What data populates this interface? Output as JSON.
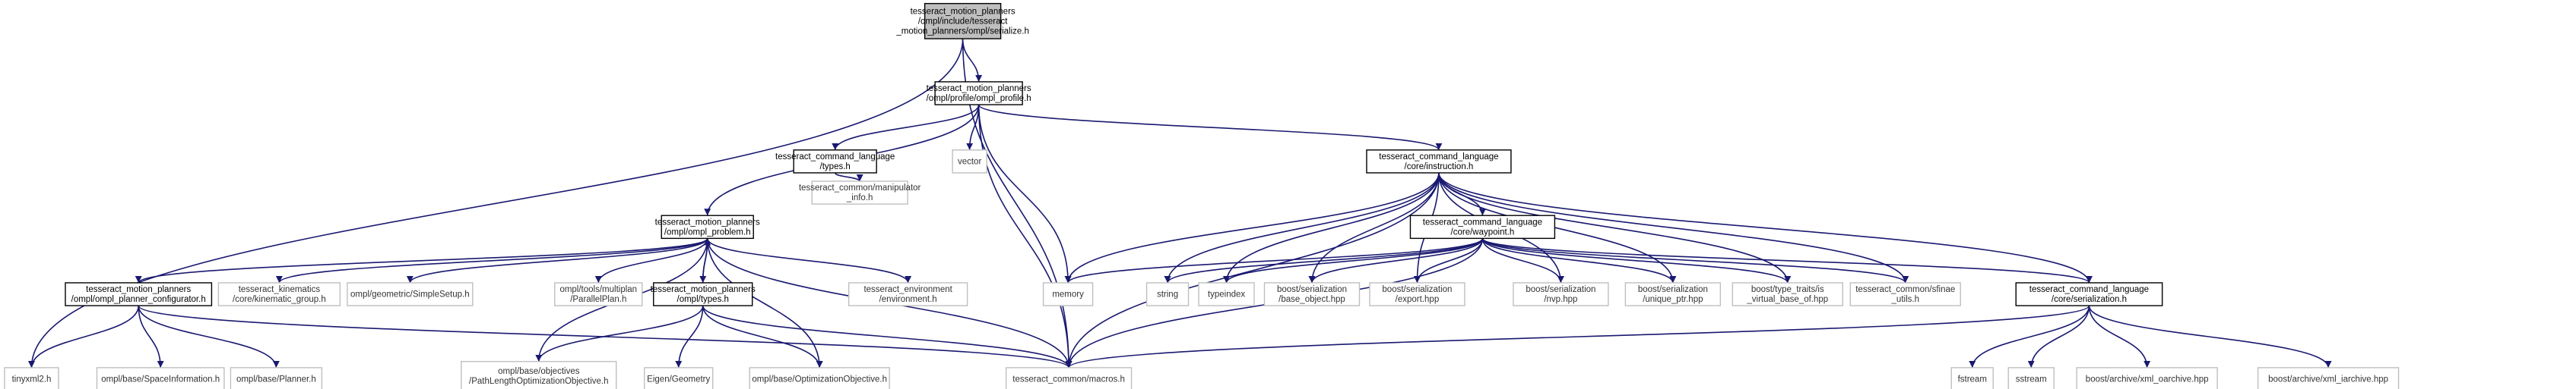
{
  "graph": {
    "nodes": [
      {
        "id": "root",
        "lines": [
          "tesseract_motion_planners",
          "/ompl/include/tesseract",
          "_motion_planners/ompl/serialize.h"
        ],
        "style": "root"
      },
      {
        "id": "ompl_profile",
        "lines": [
          "tesseract_motion_planners",
          "/ompl/profile/ompl_profile.h"
        ],
        "style": "doc"
      },
      {
        "id": "types_h",
        "lines": [
          "tesseract_command_language",
          "/types.h"
        ],
        "style": "doc"
      },
      {
        "id": "vector",
        "lines": [
          "vector"
        ],
        "style": "ext"
      },
      {
        "id": "instruction",
        "lines": [
          "tesseract_command_language",
          "/core/instruction.h"
        ],
        "style": "doc"
      },
      {
        "id": "manip_info",
        "lines": [
          "tesseract_common/manipulator",
          "_info.h"
        ],
        "style": "ext"
      },
      {
        "id": "ompl_problem",
        "lines": [
          "tesseract_motion_planners",
          "/ompl/ompl_problem.h"
        ],
        "style": "doc"
      },
      {
        "id": "waypoint",
        "lines": [
          "tesseract_command_language",
          "/core/waypoint.h"
        ],
        "style": "doc"
      },
      {
        "id": "configurator",
        "lines": [
          "tesseract_motion_planners",
          "/ompl/ompl_planner_configurator.h"
        ],
        "style": "doc"
      },
      {
        "id": "kin_group",
        "lines": [
          "tesseract_kinematics",
          "/core/kinematic_group.h"
        ],
        "style": "ext"
      },
      {
        "id": "simple_setup",
        "lines": [
          "ompl/geometric/SimpleSetup.h"
        ],
        "style": "ext"
      },
      {
        "id": "parallel_plan",
        "lines": [
          "ompl/tools/multiplan",
          "/ParallelPlan.h"
        ],
        "style": "ext"
      },
      {
        "id": "ompl_types",
        "lines": [
          "tesseract_motion_planners",
          "/ompl/types.h"
        ],
        "style": "doc"
      },
      {
        "id": "environment",
        "lines": [
          "tesseract_environment",
          "/environment.h"
        ],
        "style": "ext"
      },
      {
        "id": "memory",
        "lines": [
          "memory"
        ],
        "style": "ext"
      },
      {
        "id": "string",
        "lines": [
          "string"
        ],
        "style": "ext"
      },
      {
        "id": "typeindex",
        "lines": [
          "typeindex"
        ],
        "style": "ext"
      },
      {
        "id": "base_object",
        "lines": [
          "boost/serialization",
          "/base_object.hpp"
        ],
        "style": "ext"
      },
      {
        "id": "export",
        "lines": [
          "boost/serialization",
          "/export.hpp"
        ],
        "style": "ext"
      },
      {
        "id": "nvp",
        "lines": [
          "boost/serialization",
          "/nvp.hpp"
        ],
        "style": "ext"
      },
      {
        "id": "unique_ptr",
        "lines": [
          "boost/serialization",
          "/unique_ptr.hpp"
        ],
        "style": "ext"
      },
      {
        "id": "virtual_base",
        "lines": [
          "boost/type_traits/is",
          "_virtual_base_of.hpp"
        ],
        "style": "ext"
      },
      {
        "id": "sfinae",
        "lines": [
          "tesseract_common/sfinae",
          "_utils.h"
        ],
        "style": "ext"
      },
      {
        "id": "serialization_h",
        "lines": [
          "tesseract_command_language",
          "/core/serialization.h"
        ],
        "style": "doc"
      },
      {
        "id": "tinyxml2",
        "lines": [
          "tinyxml2.h"
        ],
        "style": "ext"
      },
      {
        "id": "space_info",
        "lines": [
          "ompl/base/SpaceInformation.h"
        ],
        "style": "ext"
      },
      {
        "id": "planner",
        "lines": [
          "ompl/base/Planner.h"
        ],
        "style": "ext"
      },
      {
        "id": "path_length",
        "lines": [
          "ompl/base/objectives",
          "/PathLengthOptimizationObjective.h"
        ],
        "style": "ext"
      },
      {
        "id": "eigen_geometry",
        "lines": [
          "Eigen/Geometry"
        ],
        "style": "ext"
      },
      {
        "id": "opt_objective",
        "lines": [
          "ompl/base/OptimizationObjective.h"
        ],
        "style": "ext"
      },
      {
        "id": "macros",
        "lines": [
          "tesseract_common/macros.h"
        ],
        "style": "ext"
      },
      {
        "id": "fstream",
        "lines": [
          "fstream"
        ],
        "style": "ext"
      },
      {
        "id": "sstream",
        "lines": [
          "sstream"
        ],
        "style": "ext"
      },
      {
        "id": "xml_oarchive",
        "lines": [
          "boost/archive/xml_oarchive.hpp"
        ],
        "style": "ext"
      },
      {
        "id": "xml_iarchive",
        "lines": [
          "boost/archive/xml_iarchive.hpp"
        ],
        "style": "ext"
      }
    ],
    "edges": [
      [
        "root",
        "ompl_profile"
      ],
      [
        "root",
        "tinyxml2"
      ],
      [
        "root",
        "macros"
      ],
      [
        "ompl_profile",
        "types_h"
      ],
      [
        "ompl_profile",
        "vector"
      ],
      [
        "ompl_profile",
        "instruction"
      ],
      [
        "ompl_profile",
        "ompl_problem"
      ],
      [
        "ompl_profile",
        "memory"
      ],
      [
        "ompl_profile",
        "macros"
      ],
      [
        "types_h",
        "manip_info"
      ],
      [
        "instruction",
        "waypoint"
      ],
      [
        "instruction",
        "memory"
      ],
      [
        "instruction",
        "string"
      ],
      [
        "instruction",
        "typeindex"
      ],
      [
        "instruction",
        "base_object"
      ],
      [
        "instruction",
        "export"
      ],
      [
        "instruction",
        "nvp"
      ],
      [
        "instruction",
        "unique_ptr"
      ],
      [
        "instruction",
        "virtual_base"
      ],
      [
        "instruction",
        "sfinae"
      ],
      [
        "instruction",
        "serialization_h"
      ],
      [
        "instruction",
        "macros"
      ],
      [
        "waypoint",
        "memory"
      ],
      [
        "waypoint",
        "string"
      ],
      [
        "waypoint",
        "typeindex"
      ],
      [
        "waypoint",
        "base_object"
      ],
      [
        "waypoint",
        "export"
      ],
      [
        "waypoint",
        "nvp"
      ],
      [
        "waypoint",
        "unique_ptr"
      ],
      [
        "waypoint",
        "virtual_base"
      ],
      [
        "waypoint",
        "sfinae"
      ],
      [
        "waypoint",
        "serialization_h"
      ],
      [
        "waypoint",
        "macros"
      ],
      [
        "serialization_h",
        "macros"
      ],
      [
        "serialization_h",
        "fstream"
      ],
      [
        "serialization_h",
        "sstream"
      ],
      [
        "serialization_h",
        "xml_oarchive"
      ],
      [
        "serialization_h",
        "xml_iarchive"
      ],
      [
        "ompl_problem",
        "configurator"
      ],
      [
        "ompl_problem",
        "kin_group"
      ],
      [
        "ompl_problem",
        "simple_setup"
      ],
      [
        "ompl_problem",
        "parallel_plan"
      ],
      [
        "ompl_problem",
        "ompl_types"
      ],
      [
        "ompl_problem",
        "environment"
      ],
      [
        "ompl_problem",
        "path_length"
      ],
      [
        "ompl_problem",
        "opt_objective"
      ],
      [
        "ompl_problem",
        "macros"
      ],
      [
        "ompl_types",
        "ompl_problem"
      ],
      [
        "ompl_types",
        "path_length"
      ],
      [
        "ompl_types",
        "eigen_geometry"
      ],
      [
        "ompl_types",
        "opt_objective"
      ],
      [
        "ompl_types",
        "macros"
      ],
      [
        "configurator",
        "tinyxml2"
      ],
      [
        "configurator",
        "space_info"
      ],
      [
        "configurator",
        "planner"
      ],
      [
        "configurator",
        "macros"
      ]
    ]
  }
}
